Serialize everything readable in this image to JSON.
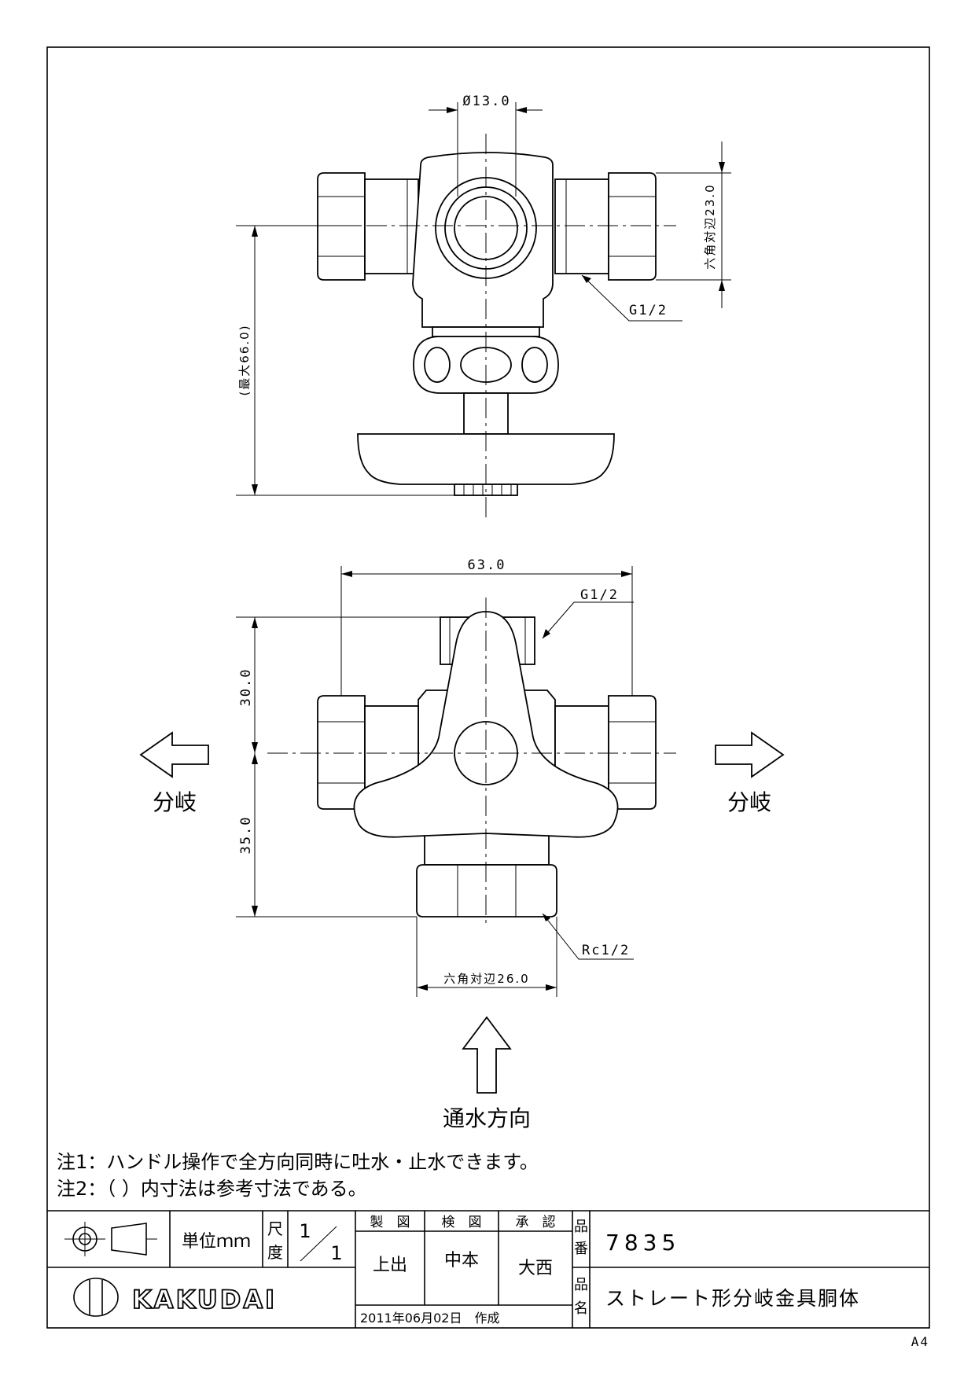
{
  "dimensions": {
    "bore_diameter": "Ø13.0",
    "hex_width_top": "六角対辺23.0",
    "thread_top_side": "G1/2",
    "height_max": "(最大66.0)",
    "overall_width": "63.0",
    "thread_front_top": "G1/2",
    "upper_height": "30.0",
    "lower_height": "35.0",
    "thread_bottom": "Rc1/2",
    "hex_width_bottom": "六角対辺26.0"
  },
  "labels": {
    "branch_left": "分岐",
    "branch_right": "分岐",
    "flow_direction": "通水方向"
  },
  "notes": [
    "注1：ハンドル操作で全方向同時に吐水・止水できます。",
    "注2：（ ）内寸法は参考寸法である。"
  ],
  "title_block": {
    "unit_label": "単位ｍｍ",
    "scale_label_1": "尺",
    "scale_label_2": "度",
    "scale_num": "1",
    "scale_den": "1",
    "drawn_header": "製　図",
    "checked_header": "検　図",
    "approved_header": "承　認",
    "drawn_by": "上出",
    "checked_by": "中本",
    "approved_by": "大西",
    "date": "2011年06月02日　作成",
    "part_no_label_1": "品",
    "part_no_label_2": "番",
    "part_no": "7835",
    "part_name_label_1": "品",
    "part_name_label_2": "名",
    "part_name": "ストレート形分岐金具胴体",
    "company": "KAKUDAI"
  },
  "paper_size": "A4",
  "icons": {
    "projection": "third-angle-projection-icon",
    "logo": "kakudai-logo-icon"
  }
}
